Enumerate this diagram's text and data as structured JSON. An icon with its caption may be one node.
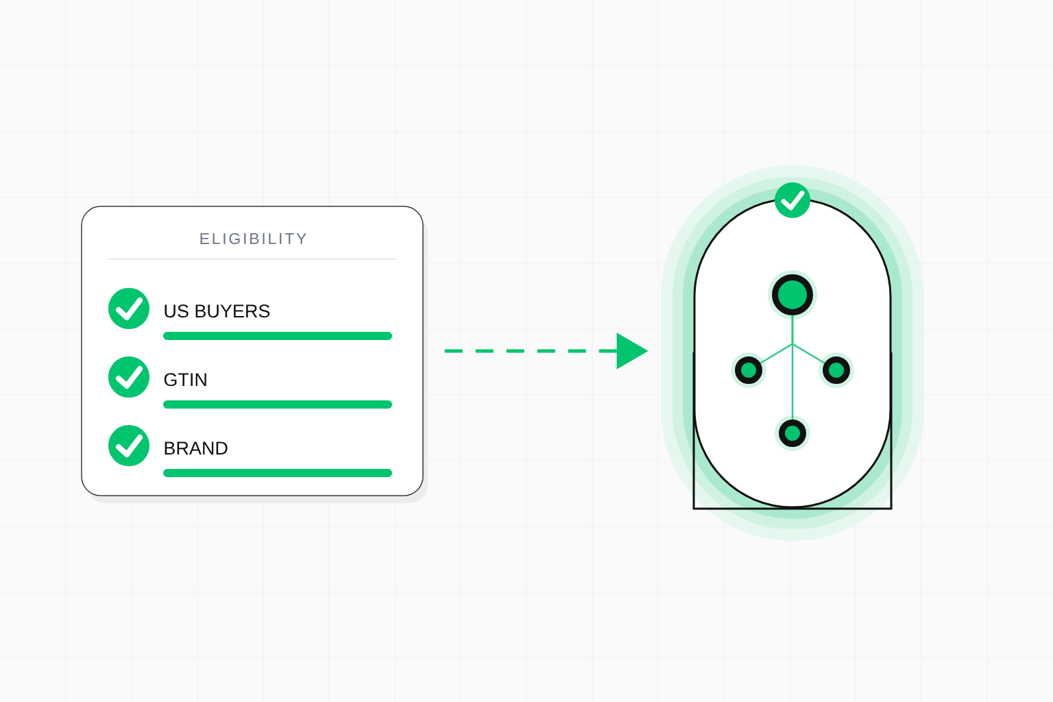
{
  "diagram": {
    "nodes": [
      {
        "text": [
          "ELIGIBILITY",
          "US BUYERS",
          "GTIN",
          "BRAND"
        ]
      },
      {
        "text": [],
        "shape": "capsule"
      },
      {
        "text": [],
        "shape": "circle",
        "in": 1
      },
      {
        "text": [],
        "shape": "circle",
        "in": 1
      },
      {
        "text": [],
        "shape": "circle",
        "in": 1
      },
      {
        "text": [],
        "shape": "circle",
        "in": 1
      }
    ],
    "edges": [
      {
        "from": 0,
        "to": 1,
        "arrow": "to",
        "style": "dashed"
      },
      {
        "from": 2,
        "to": 3,
        "arrow": "none"
      },
      {
        "from": 2,
        "to": 4,
        "arrow": "none"
      },
      {
        "from": 2,
        "to": 5,
        "arrow": "none"
      }
    ]
  }
}
